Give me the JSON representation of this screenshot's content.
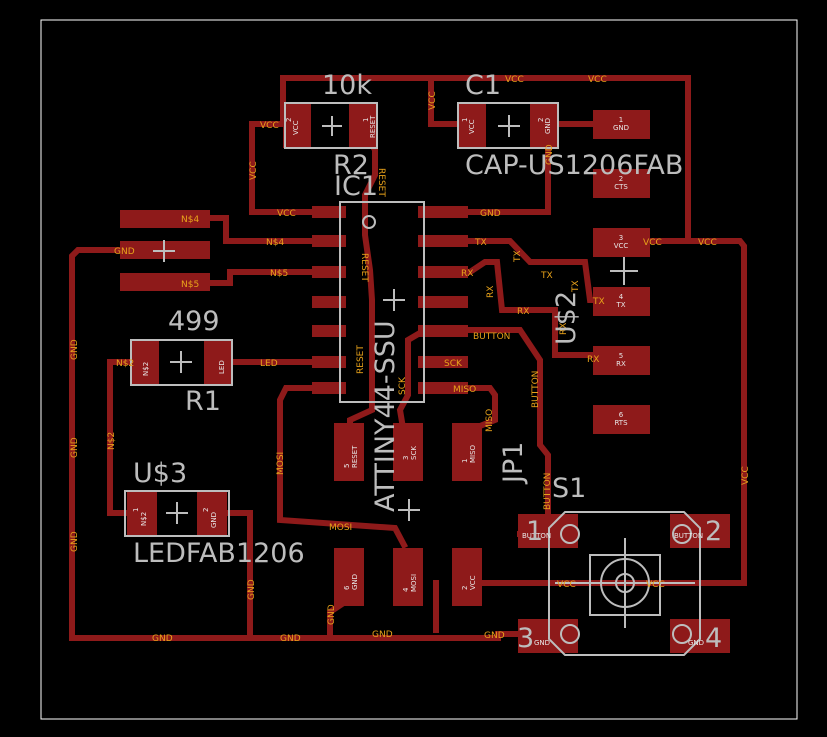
{
  "colors": {
    "background": "#000000",
    "board_outline": "#ffffff",
    "copper": "#8e1a1a",
    "signal_label": "#e8a21a",
    "pin_label": "#e8e8e8",
    "silkscreen": "#bdbdbd"
  },
  "board": {
    "component_labels": {
      "r2_value": "10k",
      "r2_name": "R2",
      "c1_name": "C1",
      "c1_value": "CAP-US1206FAB",
      "ic1_name": "IC1",
      "ic1_value": "ATTINY44-SSU",
      "r1_value": "499",
      "r1_name": "R1",
      "u3_name": "U$3",
      "u3_value": "LEDFAB1206",
      "u2_name": "U$2",
      "jp1_name": "JP1",
      "s1_name": "S1",
      "s1_pin1": "1",
      "s1_pin2": "2",
      "s1_pin3": "3",
      "s1_pin4": "4"
    },
    "signal_labels": {
      "vcc": "VCC",
      "gnd": "GND",
      "reset": "RESET",
      "tx": "TX",
      "rx": "RX",
      "button": "BUTTON",
      "sck": "SCK",
      "miso": "MISO",
      "mosi": "MOSI",
      "led": "LED",
      "n4": "N$4",
      "n5": "N$5",
      "n2": "N$2"
    },
    "pin_labels": {
      "r2_vcc": "VCC",
      "r2_reset": "RESET",
      "r2_p2": "2",
      "r2_p1": "1",
      "c1_vcc": "VCC",
      "c1_gnd": "GND",
      "c1_p1": "1",
      "c1_p2": "2",
      "u2_1": "1\nGND",
      "u2_2": "2\nCTS",
      "u2_3": "3\nVCC",
      "u2_4": "4\nTX",
      "u2_5": "5\nRX",
      "u2_6": "6\nRTS",
      "r1_n2": "N$2",
      "r1_led": "LED",
      "u3_n2": "N$2",
      "u3_gnd": "GND",
      "u3_p1": "1",
      "u3_p2": "2",
      "isp_5": "5\nRESET",
      "isp_3": "3\nSCK",
      "isp_1": "1\nMISO",
      "isp_6": "6\nGND",
      "isp_4": "4\nMOSI",
      "isp_2": "2\nVCC",
      "s1_button_l": "BUTTON",
      "s1_button_r": "BUTTON",
      "s1_gnd_l": "GND",
      "s1_gnd_r": "GND"
    }
  }
}
